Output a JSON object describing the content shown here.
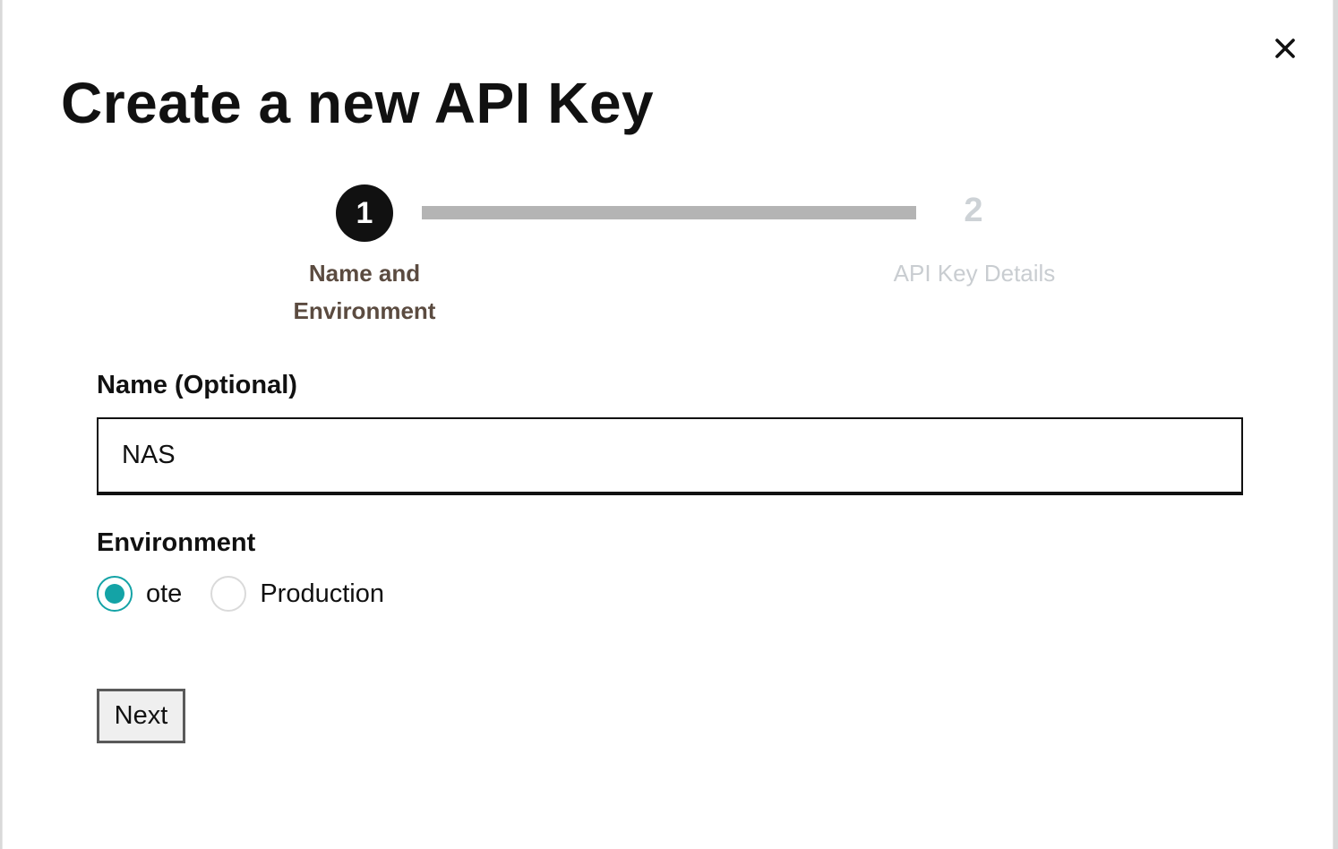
{
  "dialog": {
    "title": "Create a new API Key",
    "close_icon": "close-icon"
  },
  "stepper": {
    "steps": [
      {
        "number": "1",
        "label_line1": "Name and",
        "label_line2": "Environment",
        "state": "active"
      },
      {
        "number": "2",
        "label": "API Key Details",
        "state": "inactive"
      }
    ],
    "colors": {
      "active_circle": "#111111",
      "active_label": "#5b4b40",
      "inactive": "#c9cdd1",
      "connector": "#b4b4b4"
    }
  },
  "form": {
    "name_label": "Name (Optional)",
    "name_value": "NAS",
    "environment_label": "Environment",
    "environment_options": [
      {
        "label": "ote",
        "selected": true
      },
      {
        "label": "Production",
        "selected": false
      }
    ],
    "accent_color": "#14a3a6",
    "next_label": "Next"
  }
}
